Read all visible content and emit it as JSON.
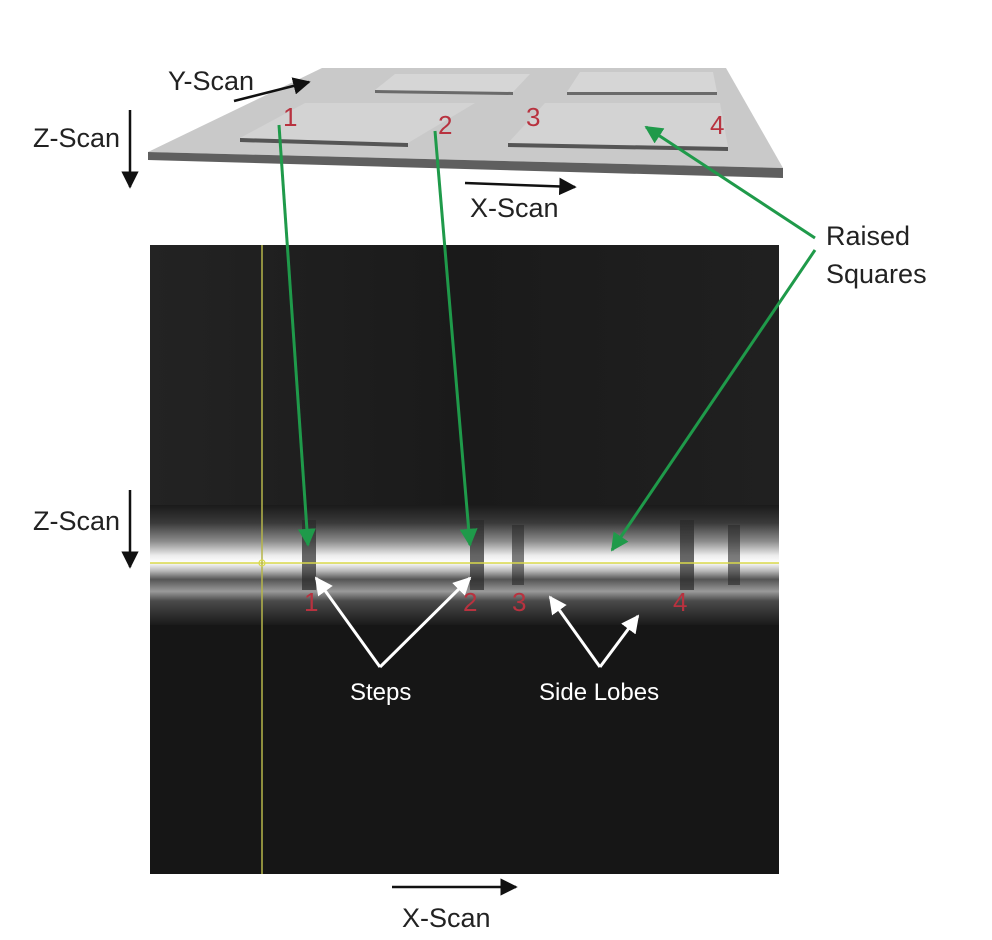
{
  "labels": {
    "y_scan": "Y-Scan",
    "z_scan_top": "Z-Scan",
    "x_scan_top": "X-Scan",
    "raised_squares_line1": "Raised",
    "raised_squares_line2": "Squares",
    "z_scan_bottom": "Z-Scan",
    "x_scan_bottom": "X-Scan",
    "steps": "Steps",
    "side_lobes": "Side Lobes"
  },
  "top_numbers": [
    "1",
    "2",
    "3",
    "4"
  ],
  "scan_numbers": [
    "1",
    "2",
    "3",
    "4"
  ],
  "colors": {
    "plate": "#c9c9c9",
    "square": "#d3d3d3",
    "plate_edge": "#5f5f5f",
    "scan_bg": "#1a1a1a",
    "yellow_line": "#d8d84a",
    "green_arrow": "#1f9a4a",
    "number_red": "#b8323f",
    "white": "#ffffff"
  }
}
